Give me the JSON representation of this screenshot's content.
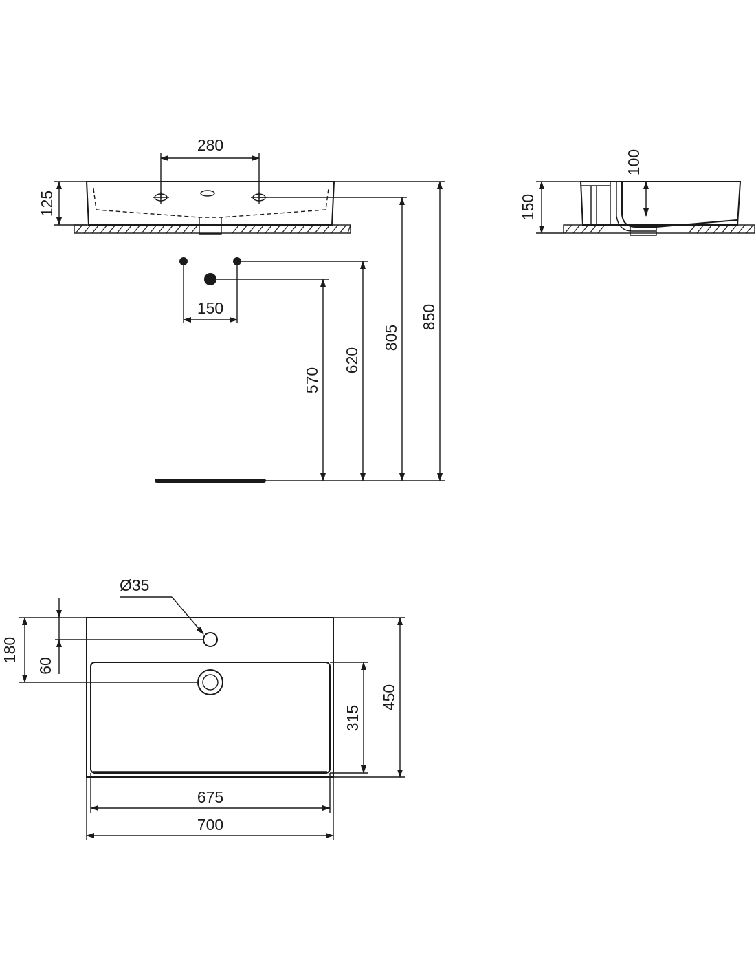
{
  "colors": {
    "line": "#1a1a1a",
    "background": "#ffffff"
  },
  "front_view": {
    "dim_tap_holes": "280",
    "dim_basin_height": "125",
    "dim_supply_spacing": "150",
    "dim_waste_height": "570",
    "dim_supply_height": "620",
    "dim_rim_underside_height": "805",
    "dim_rim_height": "850"
  },
  "side_view": {
    "dim_bowl_depth": "100",
    "dim_total_height": "150"
  },
  "top_view": {
    "dim_tap_hole_diameter": "Ø35",
    "dim_waste_from_back": "180",
    "dim_tap_from_back": "60",
    "dim_bowl_depth": "315",
    "dim_total_depth": "450",
    "dim_bowl_width": "675",
    "dim_total_width": "700"
  }
}
